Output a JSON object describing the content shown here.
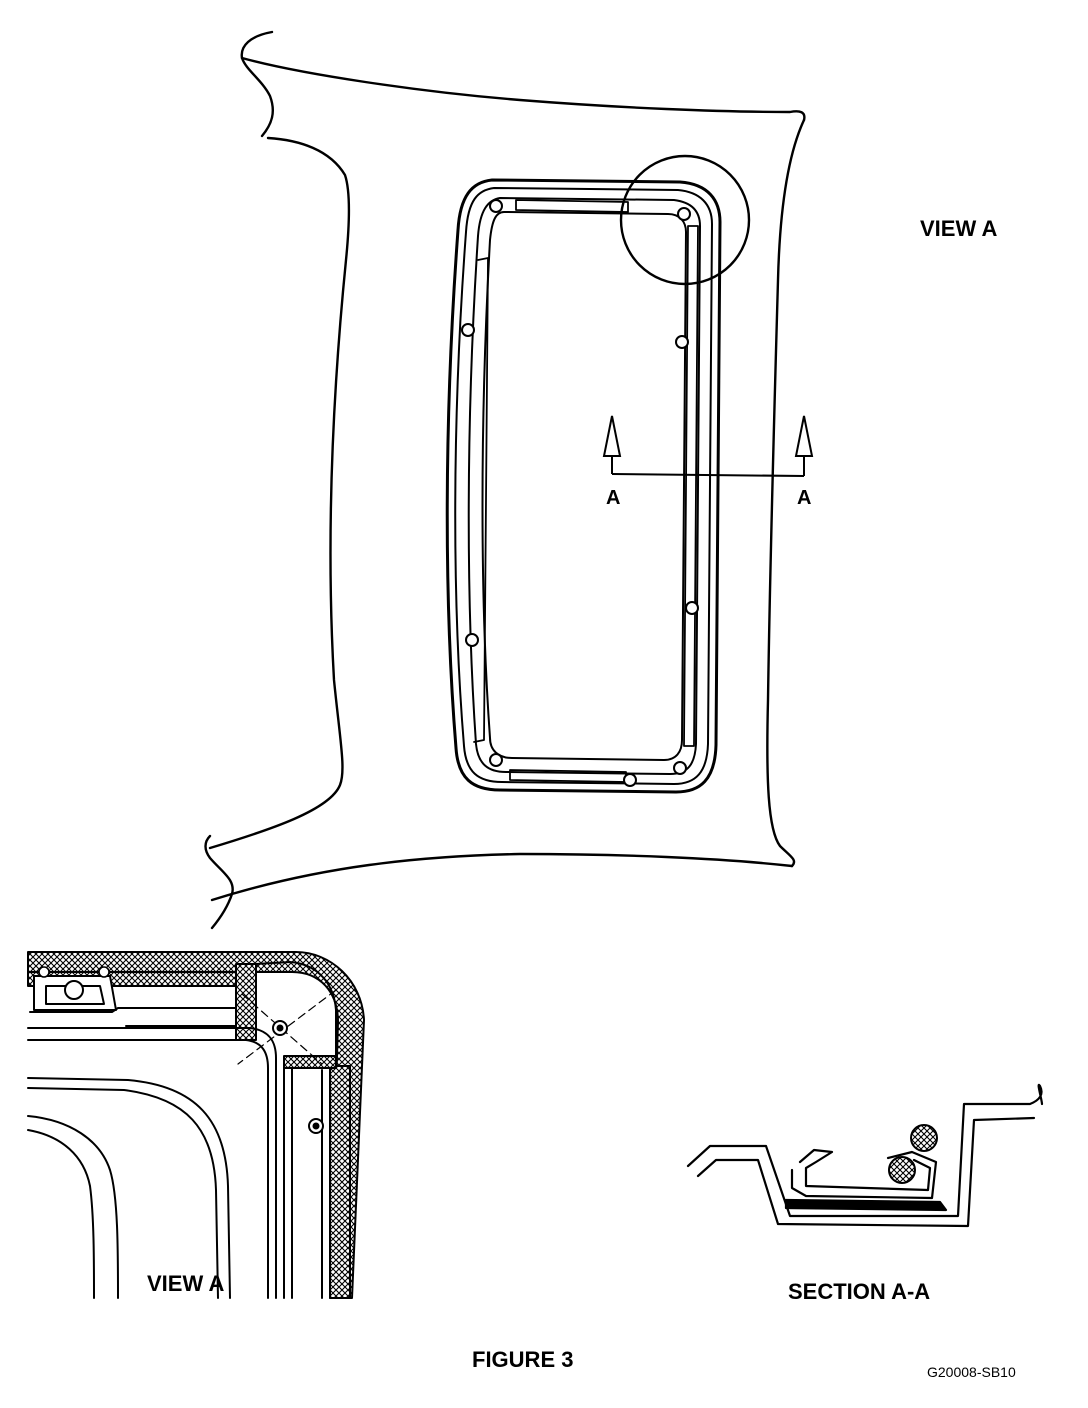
{
  "labels": {
    "view_a_top": "VIEW A",
    "section_arrow_left": "A",
    "section_arrow_right": "A",
    "view_a_bottom": "VIEW A",
    "section_title": "SECTION A-A",
    "figure_title": "FIGURE 3",
    "drawing_code": "G20008-SB10"
  },
  "colors": {
    "ink": "#000000",
    "paper": "#ffffff"
  }
}
